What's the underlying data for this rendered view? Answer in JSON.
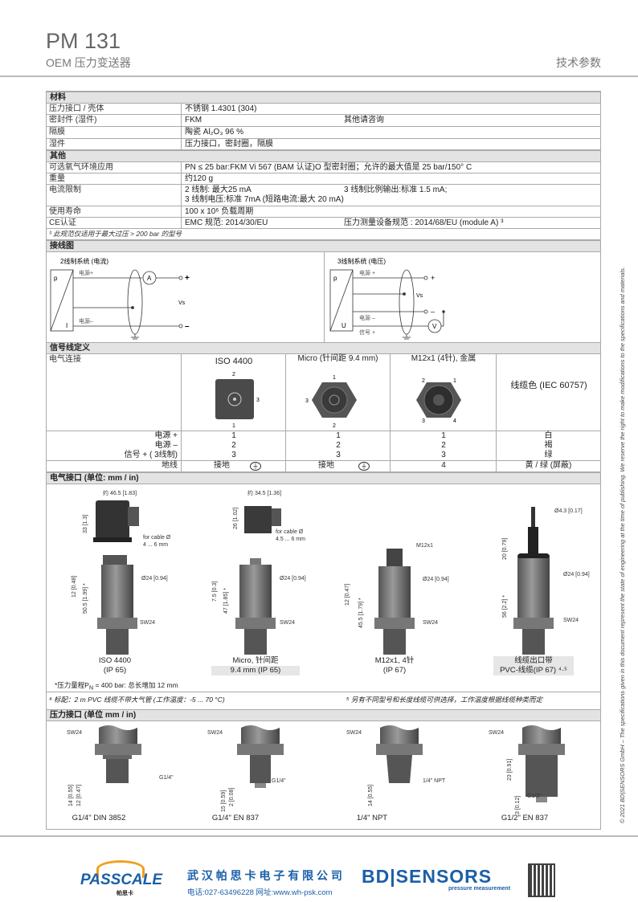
{
  "header": {
    "title": "PM 131",
    "subtitle": "OEM 压力变送器",
    "doc_type": "技术参数"
  },
  "materials": {
    "heading": "材料",
    "rows": [
      {
        "label": "压力接口 / 壳体",
        "value": "不锈钢 1.4301 (304)"
      },
      {
        "label": "密封件 (湿件)",
        "value": "FKM",
        "value2": "其他请咨询"
      },
      {
        "label": "隔膜",
        "value": "陶瓷 Al₂O₃ 96 %"
      },
      {
        "label": "湿件",
        "value": "压力接口，密封圈，隔膜"
      }
    ]
  },
  "other": {
    "heading": "其他",
    "rows": [
      {
        "label": "可选氧气环境应用",
        "value": "PN ≤ 25 bar:FKM Vi 567 (BAM 认证)O 型密封圈；允许的最大值是 25 bar/150° C"
      },
      {
        "label": "重量",
        "value": "约120 g"
      },
      {
        "label": "电流限制",
        "value": "2 线制: 最大25 mA",
        "value2": "3 线制比例输出:标准 1.5 mA;",
        "value3": "3 线制电压:标准 7mA (短路电流:最大 20 mA)"
      },
      {
        "label": "使用寿命",
        "value": "100 x 10⁶ 负载周期"
      },
      {
        "label": "CE认证",
        "value": "EMC 规范: 2014/30/EU",
        "value2": "压力测量设备规范 : 2014/68/EU (module A) ³"
      }
    ],
    "footnote": "³ 此规范仅适用于最大过压 > 200 bar 的型号"
  },
  "wiring": {
    "heading": "接线图",
    "two_wire": {
      "title": "2线制系统 (电流)",
      "p": "p",
      "i": "I",
      "supply_plus": "电源+",
      "supply_minus": "电源–",
      "meter": "A",
      "plus": "+",
      "minus": "–",
      "vs": "Vs"
    },
    "three_wire": {
      "title": "3线制系统 (电压)",
      "p": "p",
      "u": "U",
      "supply_plus": "电源 +",
      "supply_minus": "电源 –",
      "signal": "信号 +",
      "meter": "V",
      "plus": "+",
      "minus": "–",
      "vs": "Vs"
    }
  },
  "signal": {
    "heading": "信号线定义",
    "label": "电气连接",
    "columns": [
      {
        "title": "ISO 4400",
        "pins": [
          "2",
          "3",
          "1"
        ]
      },
      {
        "title": "Micro (针间距 9.4 mm)",
        "pins": [
          "1",
          "3",
          "2"
        ]
      },
      {
        "title": "M12x1 (4针), 金属",
        "pins": [
          "2",
          "1",
          "3",
          "4"
        ]
      },
      {
        "title": "线缆色 (IEC 60757)"
      }
    ],
    "rows": [
      {
        "label": "电源 +",
        "values": [
          "1",
          "1",
          "1",
          "白"
        ]
      },
      {
        "label": "电源 –",
        "values": [
          "2",
          "2",
          "2",
          "褐"
        ]
      },
      {
        "label": "信号 + ( 3线制)",
        "values": [
          "3",
          "3",
          "3",
          "绿"
        ]
      }
    ],
    "ground": {
      "label": "地线",
      "values": [
        "接地",
        "接地",
        "4",
        "黄 / 绿 (屏蔽)"
      ]
    }
  },
  "electrical": {
    "heading": "电气接口 (单位:  mm / in)",
    "dims": {
      "iso_width": "约 46.5 [1.83]",
      "iso_height": "33 [1.3]",
      "iso_cable": "for cable Ø",
      "iso_cable_range": "4 ... 6 mm",
      "iso_a": "12 [0.48]",
      "iso_b": "50.5 [1.99] *",
      "dia": "Ø24 [0.94]",
      "sw": "SW24",
      "micro_width": "约 34.5 [1.36]",
      "micro_height": "26 [1.02]",
      "micro_cable": "for cable Ø",
      "micro_cable_range": "4.5 ... 6 mm",
      "micro_a": "7.5 [0.3]",
      "micro_b": "47 [1.85] *",
      "m12": "M12x1",
      "m12_a": "12 [0.47]",
      "m12_b": "45.5 [1.79] *",
      "cable_dia": "Ø4.3 [0.17]",
      "cable_a": "20 [0.79]",
      "cable_b": "56 [2.2] *"
    },
    "captions": [
      [
        "ISO 4400",
        "(IP 65)"
      ],
      [
        "Micro, 针间距",
        "9.4 mm (IP 65)"
      ],
      [
        "M12x1, 4针",
        "(IP 67)"
      ],
      [
        "线缆出口带",
        "PVC-线缆(IP 67) ⁴·⁵"
      ]
    ],
    "note": "*压力量程P",
    "note_sub": "N",
    "note_rest": " = 400 bar:   总长增加 12 mm",
    "footnote4": "⁴ 标配：2 m PVC  线缆不带大气管 (工作温度：-5 ... 70 °C)",
    "footnote5": "⁵ 另有不同型号和长度线缆可供选择，工作温度根据线缆种类而定"
  },
  "pressure": {
    "heading": "压力接口 (单位 mm / in)",
    "sw": "SW24",
    "items": [
      {
        "caption": "G1/4\" DIN 3852",
        "thread": "G1/4\"",
        "d1": "14 [0.55]",
        "d2": "12 [0.47]"
      },
      {
        "caption": "G1/4\" EN 837",
        "thread": "G1/4\"",
        "d1": "15 [0.59]",
        "d2": "2 [0.08]"
      },
      {
        "caption": "1/4\" NPT",
        "thread": "1/4\" NPT",
        "d1": "14 [0.55]"
      },
      {
        "caption": "G1/2\" EN 837",
        "thread": "G1/2\"",
        "d1": "23 [0.91]",
        "d2": "3 [0.12]"
      }
    ]
  },
  "side_text": "© 2021 BD|SENSORS GmbH – The specifications given in this document represent the state of engineering at the time of publishing. We reserve the right to make modifications to the specifications and materials.",
  "footer": {
    "logo1": "PASSCALE",
    "logo1_sub": "帕思卡",
    "company": "武 汉 帕 思 卡 电 子 有 限 公 司",
    "contact": "电话:027-63496228   网址:www.wh-psk.com",
    "logo2": "BD|SENSORS",
    "logo2_sub": "pressure measurement"
  },
  "colors": {
    "accent_blue": "#1b5fa8",
    "logo_orange": "#f0a020",
    "section_bg": "#e3e3e3"
  }
}
